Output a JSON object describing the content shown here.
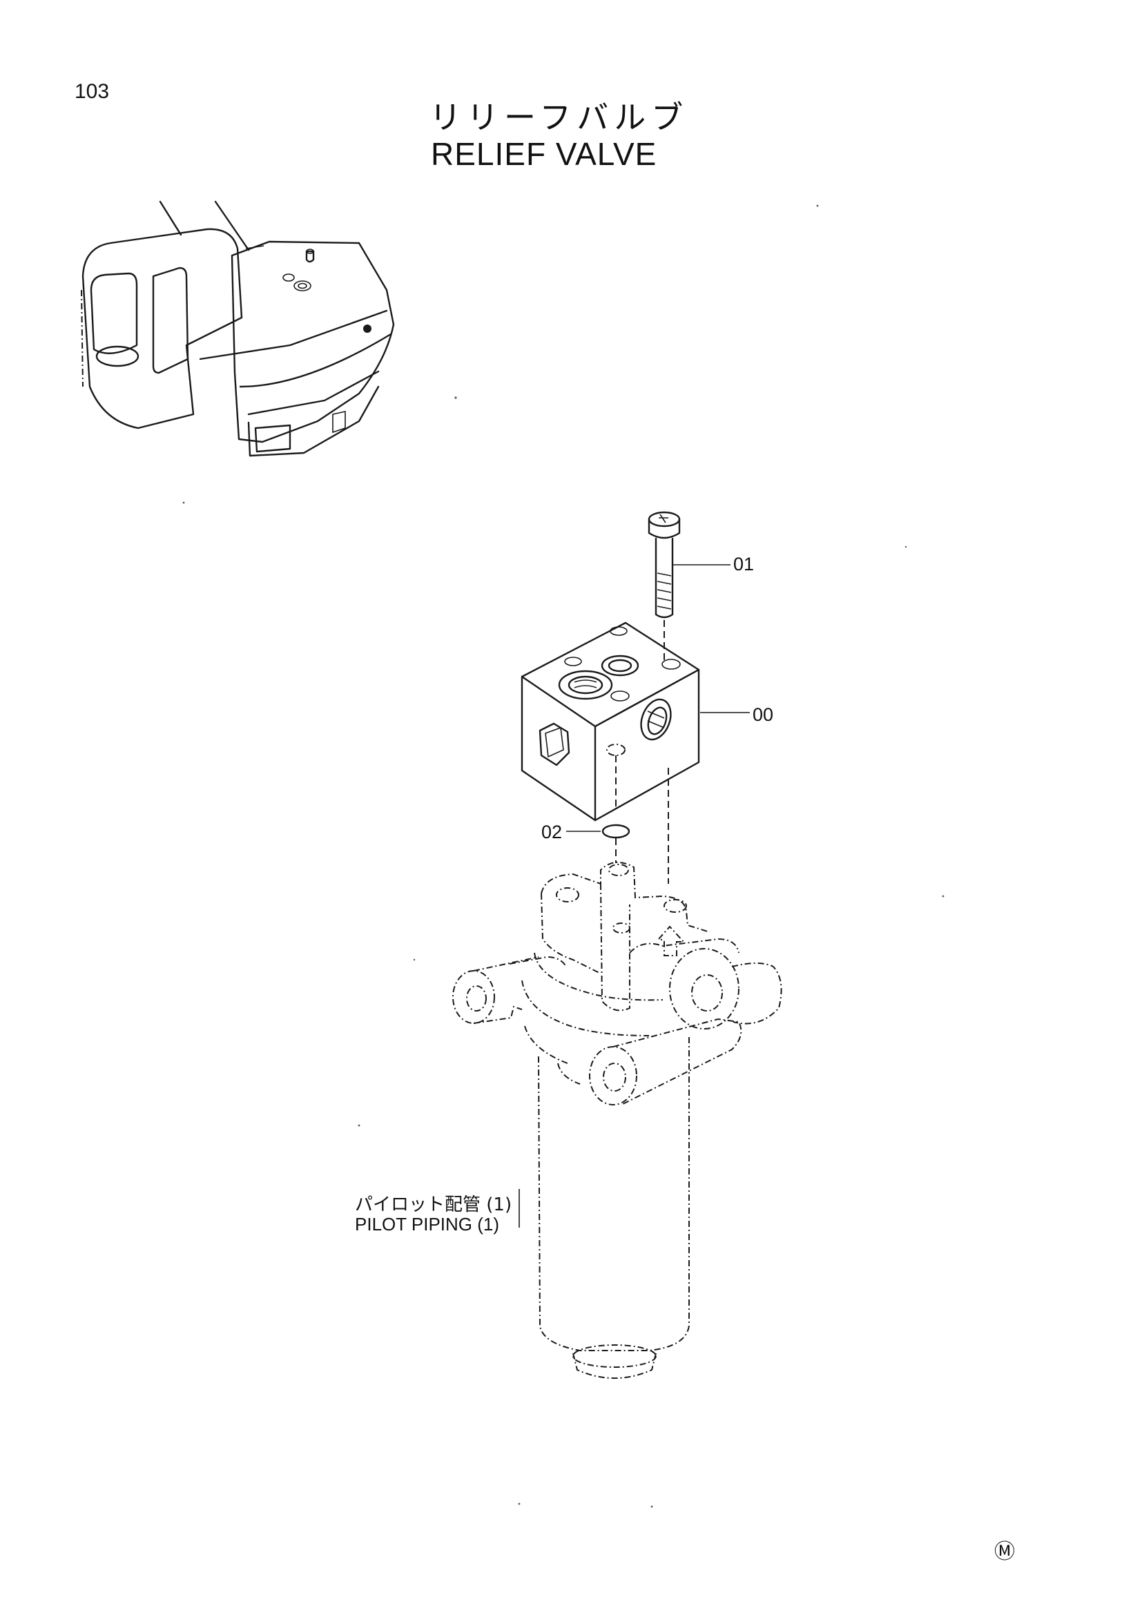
{
  "page_number": "103",
  "title": {
    "japanese": "リリーフバルブ",
    "english": "RELIEF VALVE"
  },
  "callouts": {
    "part_01": "01",
    "part_00": "00",
    "part_02": "02"
  },
  "reference_label": {
    "japanese": "パイロット配管 (1)",
    "english": "PILOT PIPING (1)"
  },
  "corner_mark": "Ⓜ"
}
